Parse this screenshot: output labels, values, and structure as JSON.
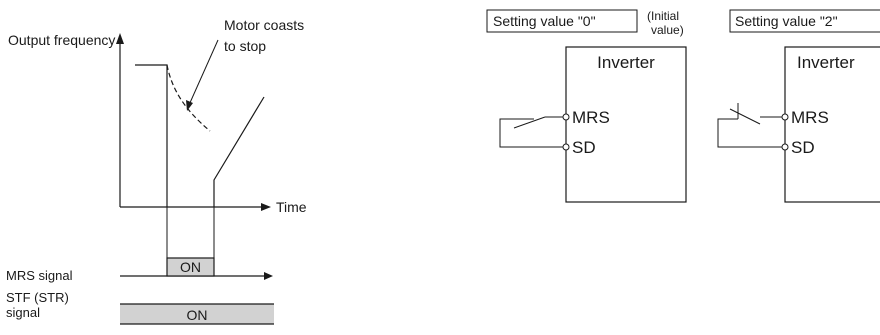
{
  "timing_chart": {
    "y_axis_label": "Output frequency",
    "x_axis_label": "Time",
    "annotation_line1": "Motor coasts",
    "annotation_line2": "to stop",
    "mrs_signal_label": "MRS signal",
    "mrs_on_label": "ON",
    "stf_label_line1": "STF (STR)",
    "stf_label_line2": "signal",
    "stf_on_label": "ON"
  },
  "wiring_0": {
    "setting_label": "Setting value \"0\"",
    "note_line1": "(Initial",
    "note_line2": "value)",
    "inverter_label": "Inverter",
    "terminal_mrs": "MRS",
    "terminal_sd": "SD"
  },
  "wiring_2": {
    "setting_label": "Setting value \"2\"",
    "inverter_label": "Inverter",
    "terminal_mrs": "MRS",
    "terminal_sd": "SD"
  },
  "colors": {
    "signal_fill": "#d2d2d2",
    "line": "#1a1a1a"
  }
}
